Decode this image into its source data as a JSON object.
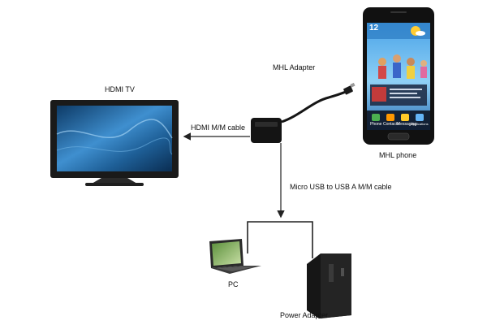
{
  "labels": {
    "hdmi_tv": "HDMI TV",
    "mhl_adapter": "MHL Adapter",
    "hdmi_cable": "HDMI M/M cable",
    "usb_cable": "Micro USB to USB A M/M cable",
    "mhl_phone": "MHL phone",
    "pc": "PC",
    "power_adapter": "Power Adapter"
  },
  "phone_screen": {
    "time": "12",
    "apps": [
      "Phone",
      "Contacts",
      "Messaging",
      "Applications"
    ]
  },
  "colors": {
    "tv_screen": "#1e5f97",
    "tv_bezel": "#1a1a1a",
    "adapter": "#141414",
    "arrow": "#222222",
    "phone_body": "#111111"
  }
}
